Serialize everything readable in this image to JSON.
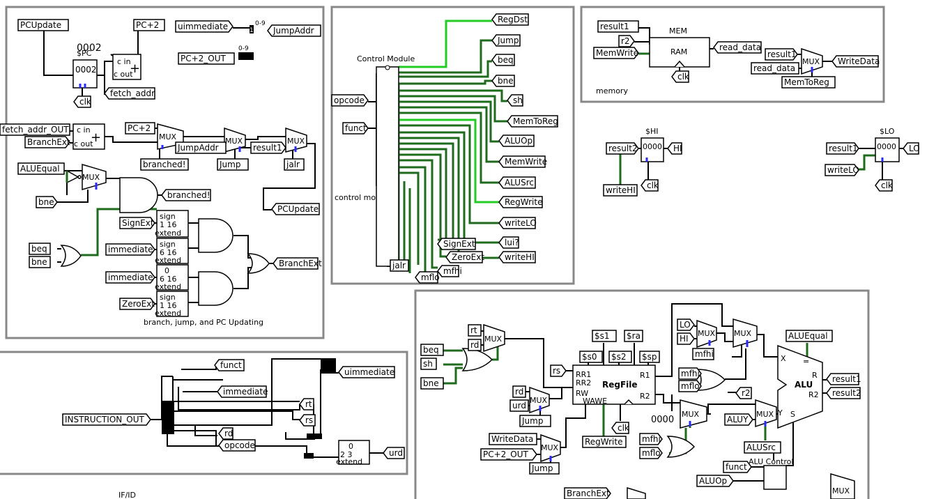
{
  "sections": {
    "if_block": "branch, jump, and PC Updating",
    "control": "control module",
    "control_title": "Control Module",
    "memory": "memory",
    "mem_title": "MEM",
    "ifid": "IF/ID"
  },
  "pins": {
    "pcupdate": "PCUpdate",
    "pc2": "PC+2",
    "uimm": "uimmediate",
    "jumpaddr": "JumpAddr",
    "pc2out": "PC+2_OUT",
    "clk": "clk",
    "fetch": "fetch_addr",
    "fetchout": "fetch_addr_OUT",
    "branchext": "BranchExt",
    "pc2b": "PC+2",
    "jumpaddr2": "JumpAddr",
    "result1": "result1",
    "branched": "branched!",
    "jump": "Jump",
    "jalr": "jalr",
    "aluequal": "ALUEqual",
    "bne": "bne",
    "branched2": "branched!",
    "pcupdate2": "PCUpdate",
    "signext": "SignExt",
    "immediate": "immediate",
    "beq": "beq",
    "bne2": "bne",
    "immediate2": "immediate",
    "zeroext": "ZeroExt",
    "branchext2": "BranchExt",
    "regdst": "RegDst",
    "cjump": "Jump",
    "cbeq": "beq",
    "cbne": "bne",
    "opcode": "opcode",
    "csh": "sh",
    "funct": "funct",
    "memtoreg": "MemToReg",
    "aluop": "ALUOp",
    "memwrite": "MemWrite",
    "alusrc": "ALUSrc",
    "regwrite": "RegWrite",
    "writelo": "writeLO",
    "lui": "lui?",
    "csignext": "SignExt",
    "czeroext": "ZeroExt",
    "writehi": "writeHI",
    "cjalr": "jalr",
    "mfhi": "mfhi",
    "mflo": "mflo",
    "mresult1": "result1",
    "r2": "r2",
    "mmemwrite": "MemWrite",
    "readdata": "read_data",
    "mresult1b": "result1",
    "readdata2": "read_data",
    "writedata": "WriteData",
    "mmemtoreg": "MemToReg",
    "result2": "result2",
    "hi": "HI",
    "writehi2": "writeHI",
    "result1c": "result1",
    "lo": "LO",
    "writelo2": "writeLO",
    "ifunct": "funct",
    "iimmediate": "immediate",
    "rt": "rt",
    "instr": "INSTRUCTION_OUT",
    "rs": "rs",
    "rd": "rd",
    "iopcode": "opcode",
    "iuimm": "uimmediate",
    "urd": "urd",
    "erd": "rt",
    "erd2": "rd",
    "ebeq": "beq",
    "esh": "sh",
    "ebne": "bne",
    "ers": "rs",
    "s1": "$s1",
    "ra": "$ra",
    "s0": "$s0",
    "s2": "$s2",
    "sp": "$sp",
    "lo2": "LO",
    "hi2": "HI",
    "mfhi2": "mfhi",
    "aluequal2": "ALUEqual",
    "emfhi": "mfhi",
    "emflo": "mflo",
    "er2": "r2",
    "rd3": "rd",
    "urd2": "urd",
    "ejump": "Jump",
    "regwrite2": "RegWrite",
    "eclk": "clk",
    "aluy": "ALUY",
    "alusrc2": "ALUSrc",
    "eresult1": "result1",
    "eresult2": "result2",
    "writedata2": "WriteData",
    "pc2out2": "PC+2_OUT",
    "ejump2": "Jump",
    "mfhi3": "mfhi",
    "mflo3": "mflo",
    "efunct": "funct",
    "ealuop": "ALUOp",
    "branchext3": "BranchExt",
    "clk2": "clk",
    "clk3": "clk",
    "clk4": "clk"
  },
  "components": {
    "pc_reg": "$PC",
    "pc_val": "0002",
    "adder_cin": "c in",
    "adder_cout": "c out",
    "mux": "MUX",
    "ram": "RAM",
    "hi_reg": "$HI",
    "lo_reg": "$LO",
    "sign": "sign",
    "extend": "extend",
    "regfile": "RegFile",
    "alu": "ALU",
    "alu_control": "ALU Control",
    "zero_const": "0000",
    "rr1": "RR1",
    "rr2": "RR2",
    "rw": "RW",
    "wawe": "WAWE",
    "r1": "R1",
    "r2": "R2",
    "alu_x": "X",
    "alu_y": "Y",
    "alu_r": "R",
    "alu_r2": "R2",
    "alu_s": "S",
    "alu_eq": "="
  },
  "colors": {
    "section_border": "#888888",
    "wire": "#000000",
    "signal_dark": "#1e6b1e",
    "signal_light": "#22cc22",
    "bit": "#2a2aff"
  }
}
